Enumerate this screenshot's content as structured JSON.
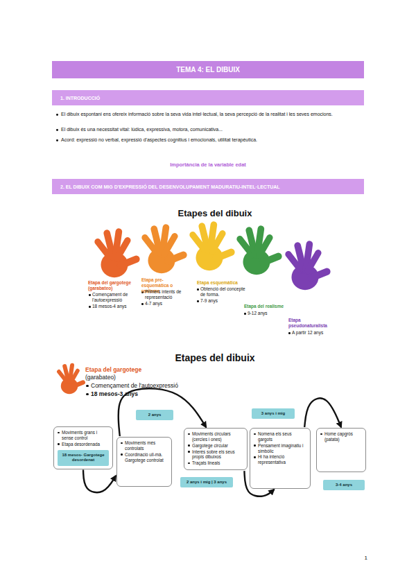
{
  "diagram": {
    "title": "TEMA 4: EL DIBUIX",
    "nodes": [
      {
        "text": [
          "1. INTRODUCCIÓ"
        ]
      },
      {
        "text": [
          "2. EL DIBUIX COM MIG D'EXPRESSIÓ DEL DESENVOLUPAMENT MADURATIU-INTEL·LECTUAL"
        ]
      },
      {
        "text": [
          "Moviments grans i sense control",
          "Etapa desordenada"
        ]
      },
      {
        "text": [
          "18 mesos- Gargotege desordenat"
        ],
        "in": 2
      },
      {
        "text": [
          "2 anys"
        ]
      },
      {
        "text": [
          "Moviments més controlats",
          "Coordinació ull-mà. Gargotege controlat"
        ]
      },
      {
        "text": [
          "Moviments circulars (cercles i ones)",
          "Gargotege circular",
          "Interès sobre els seus propis dibuixos",
          "Traçats lineals"
        ]
      },
      {
        "text": [
          "3 anys i mig"
        ]
      },
      {
        "text": [
          "2 anys i mig | 3 anys"
        ]
      },
      {
        "text": [
          "Nomena els seus gargots",
          "Pensament imaginatiu i simbòlic",
          "Hi ha intenció representativa"
        ]
      },
      {
        "text": [
          "Home capgròs (patata)"
        ]
      },
      {
        "text": [
          "3-4 anys"
        ]
      }
    ],
    "edges": [
      {
        "from": 2,
        "to": 5,
        "arrow": "to"
      },
      {
        "from": 5,
        "to": 6,
        "arrow": "to"
      },
      {
        "from": 6,
        "to": 9,
        "arrow": "to"
      },
      {
        "from": 9,
        "to": 10,
        "arrow": "to"
      }
    ],
    "labels": [
      "El dibuix espontani ens ofereix informació sobre la seva vida intel·lectual, la seva percepció de la realitat i les seves emocions.",
      "El dibuix és una necessitat vital: lúdica, expressiva, motora, comunicativa...",
      "Acord: expressió no verbal, expressió d'aspectes cognitius i emocionals, utilitat terapèutica.",
      "Importància de la variable edat",
      "Etapes del dibuix",
      "Etapa del gargotege (garabateo)",
      "Començament de l'autoexpressió",
      "18 mesos-4 anys",
      "Etapa pre-esquemàtica o realisme",
      "Primers intents de representació",
      "4-7 anys",
      "Etapa esquemàtica",
      "Obtenció del concepte de forma.",
      "7-9 anys",
      "Etapa del realisme",
      "9-12 anys",
      "Etapa pseudonaturalista",
      "A partir 12 anys",
      "Etapes del dibuix",
      "Etapa del gargotege",
      "(garabateo)",
      "Començament de l'autoexpressió",
      "18 mesos-3 anys",
      "1"
    ]
  }
}
